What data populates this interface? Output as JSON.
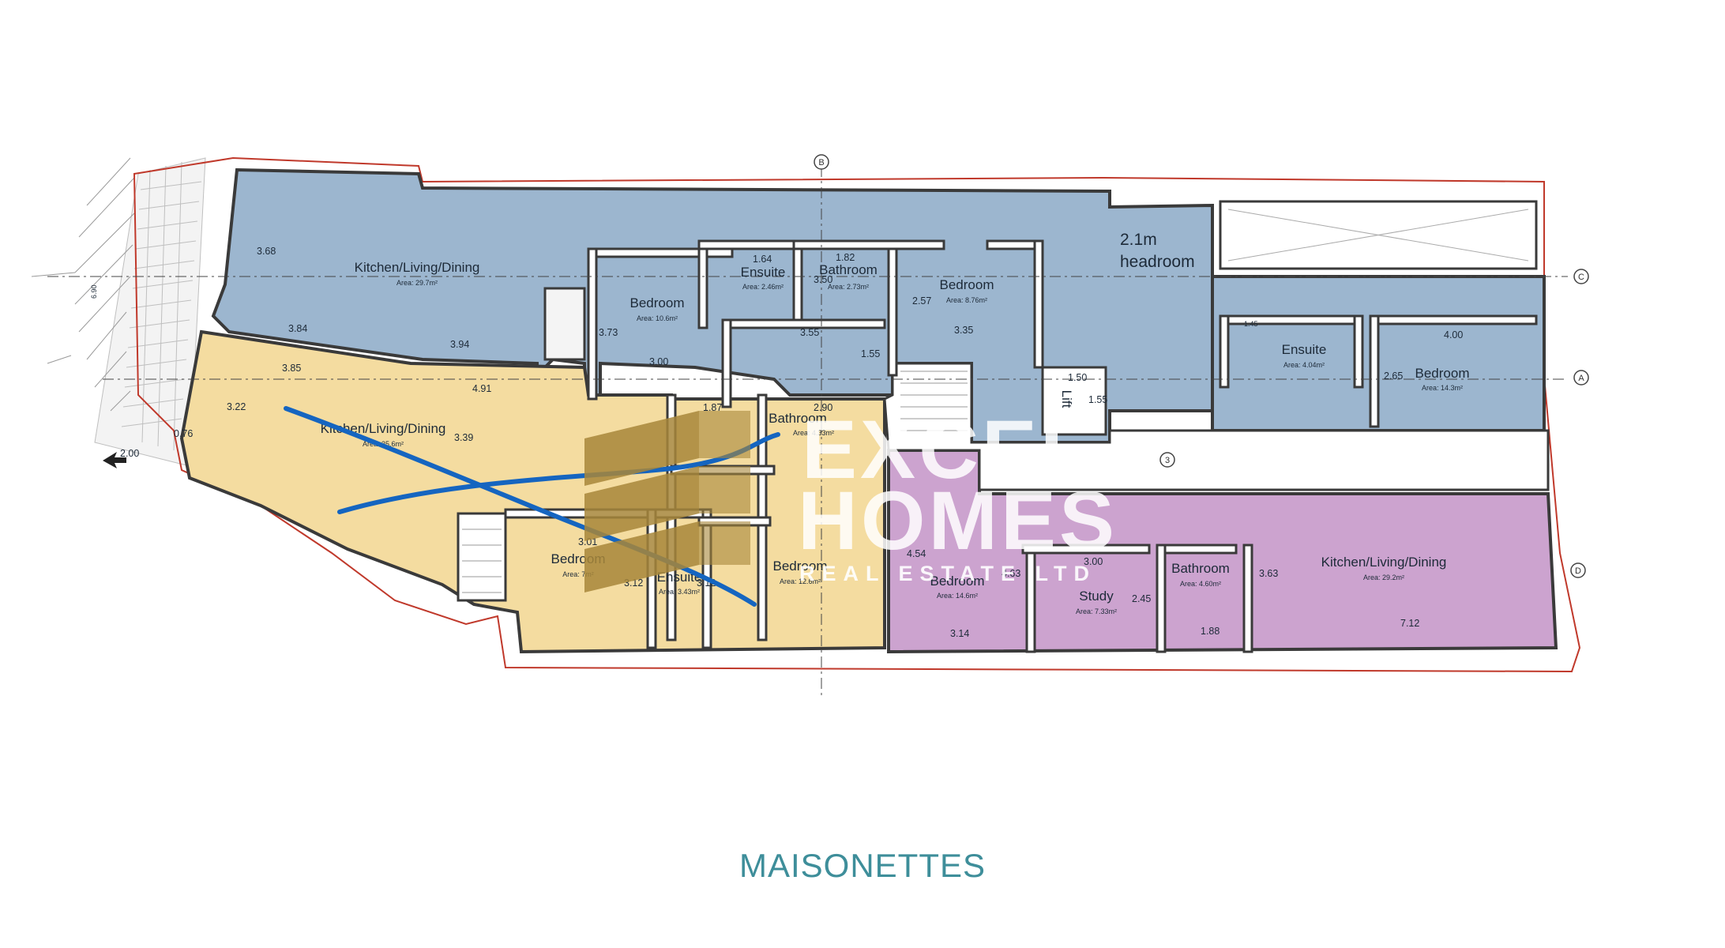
{
  "caption": "MAISONETTES",
  "watermark": {
    "line1": "EXCEL",
    "line2": "HOMES",
    "line3": "REAL ESTATE LTD",
    "logo_color": "#a8873a"
  },
  "colors": {
    "blue_unit": "#9cb6cf",
    "yellow_unit": "#f4dca0",
    "purple_unit": "#cca3cf",
    "wall": "#ffffff",
    "wall_stroke": "#3a3a3a",
    "boundary": "#c0392b",
    "scribble": "#1565c0",
    "caption": "#3e8e9a"
  },
  "rooms": [
    {
      "name": "Kitchen/Living/Dining",
      "area": "Area: 29.7m²"
    },
    {
      "name": "Ensuite",
      "area": "Area: 2.46m²"
    },
    {
      "name": "Bathroom",
      "area": "Area: 2.73m²"
    },
    {
      "name": "Bedroom",
      "area": "Area: 10.6m²"
    },
    {
      "name": "Bedroom",
      "area": "Area: 8.76m²"
    },
    {
      "name": "2.1m",
      "area": "headroom"
    },
    {
      "name": "Ensuite",
      "area": "Area: 4.04m²"
    },
    {
      "name": "Bedroom",
      "area": "Area: 14.3m²"
    },
    {
      "name": "Kitchen/Living/Dining",
      "area": "Area: 35.6m²"
    },
    {
      "name": "Bedroom",
      "area": "Area: 7m²"
    },
    {
      "name": "Ensuite",
      "area": "Area: 3.43m²"
    },
    {
      "name": "Bedroom",
      "area": "Area: 12.6m²"
    },
    {
      "name": "Bathroom",
      "area": "Area: 4.33m²"
    },
    {
      "name": "Bedroom",
      "area": "Area: 14.6m²"
    },
    {
      "name": "Study",
      "area": "Area: 7.33m²"
    },
    {
      "name": "Bathroom",
      "area": "Area: 4.60m²"
    },
    {
      "name": "Kitchen/Living/Dining",
      "area": "Area: 29.2m²"
    },
    {
      "name": "Lift",
      "area": ""
    }
  ],
  "dimensions": [
    "3.68",
    "3.84",
    "3.94",
    "1.64",
    "1.82",
    "3.50",
    "2.57",
    "3.35",
    "3.73",
    "3.00",
    "3.55",
    "1.55",
    "4.00",
    "2.65",
    "1.45",
    "3.85",
    "4.91",
    "3.22",
    "3.39",
    "1.87",
    "2.90",
    "1.50",
    "1.55",
    "3.01",
    "3.12",
    "3.12",
    "4.54",
    "4.63",
    "3.00",
    "2.45",
    "3.63",
    "7.12",
    "3.14",
    "1.88",
    "0.76",
    "2.00",
    "6.90"
  ],
  "grid_markers": [
    "B",
    "C",
    "A",
    "3",
    "D"
  ]
}
